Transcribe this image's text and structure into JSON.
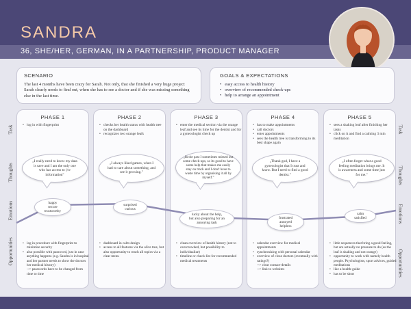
{
  "persona": {
    "name": "SANDRA",
    "subtitle": "36, SHE/HER, GERMAN, IN A PARTNERSHIP, PRODUCT MANAGER"
  },
  "scenario": {
    "title": "SCENARIO",
    "text": "The last 4 months have been crazy for Sarah. Not only, that she finished a very huge project Sarah clearly needs to find out, when she has to see a doctor and if she was missing something else in the last time."
  },
  "goals": {
    "title": "GOALS & EXPECTATIONS",
    "items": [
      "easy access to health history",
      "overview of recommended check-ups",
      "help to arrange an appointment"
    ]
  },
  "row_labels": {
    "task": "Task",
    "thoughts": "Thoughts",
    "emotions": "Emotions",
    "opportunities": "Opportunities"
  },
  "phases": [
    {
      "title": "PHASE 1",
      "tasks": [
        "log in with fingerprint"
      ],
      "thought": "„I really need to know my data is save and I am the only one who has access to (/w information\"",
      "emotion": "happy\nsecure\ntrustworthy",
      "opportunities": [
        "log in procedure with fingerprint to minimize security",
        "also possible with password, just in case anything happens (e.g. Sandra is in hospital and her partner needs to show the doctors her medical history)",
        "--> passwords have to be changed from time to time"
      ]
    },
    {
      "title": "PHASE 2",
      "tasks": [
        "checks her health status with health tree on the dashboard",
        "recognizes two orange leafs"
      ],
      "thought": "„I always liked games, when I had to care about something, and see it growing.\"",
      "emotion": "surprised\ncurious",
      "opportunities": [
        "dashboard in calm design",
        "access to all features via the olive tree, but also opportunity to reach all topics via a clear menu"
      ]
    },
    {
      "title": "PHASE 3",
      "tasks": [
        "enter the medical section via the orange leaf and see its time for the dentist and for a gynecologist check up"
      ],
      "thought": "„In the past I sometimes missed out some check-ups, so its good to have some help that makes me easily stay on track and I don't have to waste time by organising it all by myself.\"",
      "emotion": "lucky about the help,\nbut also preparing for an\nannoying task",
      "opportunities": [
        "clean overview of health history (not to overcrowded, but possibility to individualize)",
        "timeline or check-list for recommended medical treatments"
      ]
    },
    {
      "title": "PHASE 4",
      "tasks": [
        "has to make appointments",
        "call doctors",
        "enter appointments",
        "sees the health tree is transforming to its best shape again"
      ],
      "thought": "„Thank god, I have a gynecologist that I trust and know. But I need to find a good dentist.\"",
      "emotion": "frustrated\nannoyed\nhelpless",
      "opportunities": [
        "calendar overview for medical appointments",
        "synchronizing with personal calendar",
        "overview of close doctors (eventually with ratings?)",
        "--> clear contact-details",
        "--> link to websites"
      ]
    },
    {
      "title": "PHASE 5",
      "tasks": [
        "sees a shaking leaf after finishing her tasks",
        "click on it and find a calming 3 min meditation"
      ],
      "thought": "„I often forget what a good feeling meditation brings me. It is awareness and some time just for me.\"",
      "emotion": "calm\nsatisfied",
      "opportunities": [
        "little sequences that bring a good feeling, but are actually no pressure to do (as the leaf is shaking and not orange)",
        "opportunity to work with namely health people. Psychologists, sport advices, guided meditations",
        "like a health-guide",
        "has to be short"
      ]
    }
  ],
  "colors": {
    "header": "#4b4776",
    "subbar": "#6a6690",
    "name": "#f4c9a8",
    "emotion_line": "#8f8cb3"
  }
}
